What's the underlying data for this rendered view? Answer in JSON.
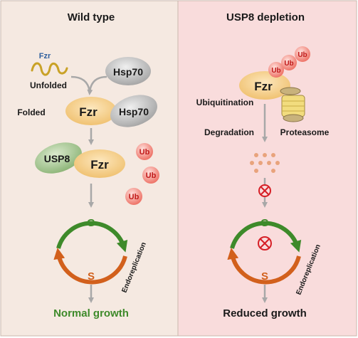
{
  "colors": {
    "left_bg": "#f5e9e1",
    "right_bg": "#f9dcdc",
    "border": "#c9b7ad",
    "fzr": "#f5cf88",
    "hsp70": "#b8b8b8",
    "usp8": "#9fc08a",
    "ub": "#ef7f76",
    "ub_text": "#c01818",
    "green": "#3e8a2a",
    "orange": "#d2601c",
    "arrow": "#a8a8a8",
    "block": "#d61f26",
    "unfolded": "#c9a227",
    "fzr_label_blue": "#2f5f9e",
    "dots": "#e8a37c"
  },
  "left": {
    "title": "Wild type",
    "unfolded_fzr": "Fzr",
    "unfolded_label": "Unfolded",
    "hsp70_free": "Hsp70",
    "folded_label": "Folded",
    "fzr_folded": "Fzr",
    "hsp70_bound": "Hsp70",
    "usp8": "USP8",
    "fzr_usp8": "Fzr",
    "ub_labels": [
      "Ub",
      "Ub",
      "Ub"
    ],
    "cycle_g": "G",
    "cycle_s": "S",
    "endoreplication": "Endoreplication",
    "outcome": "Normal growth"
  },
  "right": {
    "title": "USP8 depletion",
    "ub_chain": [
      "Ub",
      "Ub",
      "Ub"
    ],
    "fzr": "Fzr",
    "ubiquitination": "Ubiquitination",
    "degradation": "Degradation",
    "proteasome": "Proteasome",
    "cycle_g": "G",
    "cycle_s": "S",
    "endoreplication": "Endoreplication",
    "outcome": "Reduced growth"
  }
}
